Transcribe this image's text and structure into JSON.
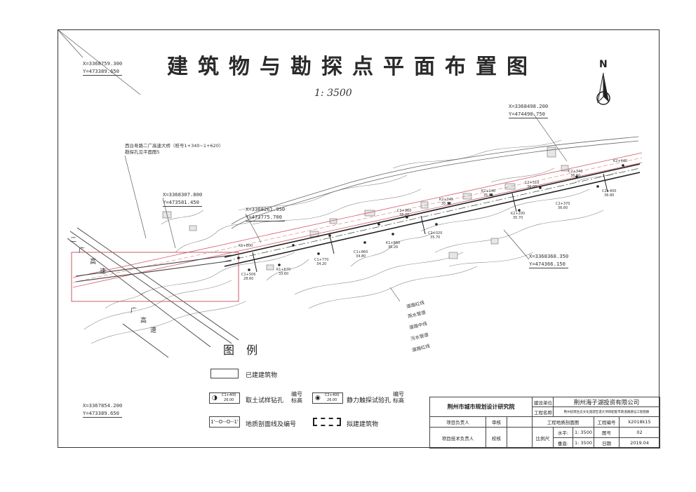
{
  "title": "建筑物与勘探点平面布置图",
  "scale": "1: 3500",
  "north": "N",
  "coordinates": [
    {
      "x": "X=3368759.300",
      "y": "Y=473389.650"
    },
    {
      "x": "X=3368498.200",
      "y": "Y=474490.750"
    },
    {
      "x": "X=3368307.800",
      "y": "Y=473581.450"
    },
    {
      "x": "X=3368261.950",
      "y": "Y=473775.700"
    },
    {
      "x": "X=3368368.350",
      "y": "Y=474366.150"
    },
    {
      "x": "X=3367854.200",
      "y": "Y=473389.650"
    }
  ],
  "note_lines": [
    "西台寿路二广高速大桥（桩号1+340~1+620）",
    "勘探孔见平面图5"
  ],
  "road_labels": {
    "left_upper": [
      "二",
      "广",
      "高",
      "速"
    ],
    "left_lower": [
      "广",
      "高",
      "速"
    ]
  },
  "road_lines": [
    "道路红线",
    "雨水管道",
    "道路中线",
    "污水管道",
    "道路红线"
  ],
  "boreholes": [
    {
      "id": "K1+800",
      "elev": ""
    },
    {
      "id": "C1+506",
      "elev": "28.60"
    },
    {
      "id": "K1+670",
      "elev": "33.60"
    },
    {
      "id": "C1+770",
      "elev": "34.20"
    },
    {
      "id": "C1+860",
      "elev": "34.80"
    },
    {
      "id": "K1+860",
      "elev": "35.26"
    },
    {
      "id": "C1+960",
      "elev": "35.20"
    },
    {
      "id": "C2+020",
      "elev": "35.70"
    },
    {
      "id": "K2+045",
      "elev": "35.90"
    },
    {
      "id": "K2+140",
      "elev": "35.85"
    },
    {
      "id": "K2+200",
      "elev": "35.70"
    },
    {
      "id": "C2+310",
      "elev": "36.00"
    },
    {
      "id": "C2+340",
      "elev": "36.50"
    },
    {
      "id": "C2+370",
      "elev": "36.60"
    },
    {
      "id": "C2+400",
      "elev": "36.80"
    },
    {
      "id": "K2+440",
      "elev": ""
    }
  ],
  "legend": {
    "title": "图 例",
    "built": "已建建筑物",
    "drill_sample": "取土试样钻孔",
    "drill_code": "编号",
    "drill_elev": "标高",
    "cpt": "静力触探试验孔",
    "cpt_code": "编号",
    "cpt_elev": "标高",
    "section": "地质剖面线及编号",
    "planned": "拟建建筑物",
    "sym_drill_top": "C1+400",
    "sym_drill_bot": "26.00",
    "sym_cpt_top": "C2+400",
    "sym_cpt_bot": "26.00",
    "sym_section": "1'--O--O--1'"
  },
  "title_block": {
    "institute": "荆州市城市规划设计研究院",
    "client_label": "建设单位",
    "client": "荆州海子湖投资有限公司",
    "project_label": "工程名称",
    "project": "荆州纪南生态文化旅游区遗大项目配套市政道路建设工程勘察",
    "drawing_label": "工程地质剖面图",
    "number_label": "工程编号",
    "number": "k2018k15",
    "lead_label": "项目负责人",
    "review_label": "审核",
    "check_label": "校核",
    "tech_label": "项目技术负责人",
    "ratio_label": "比例尺",
    "h_label": "水平:",
    "h_value": "1: 3500",
    "v_label": "垂直:",
    "v_value": "1: 3500",
    "sheet_label": "图号",
    "sheet": "02",
    "date_label": "日期",
    "date": "2019.04"
  }
}
